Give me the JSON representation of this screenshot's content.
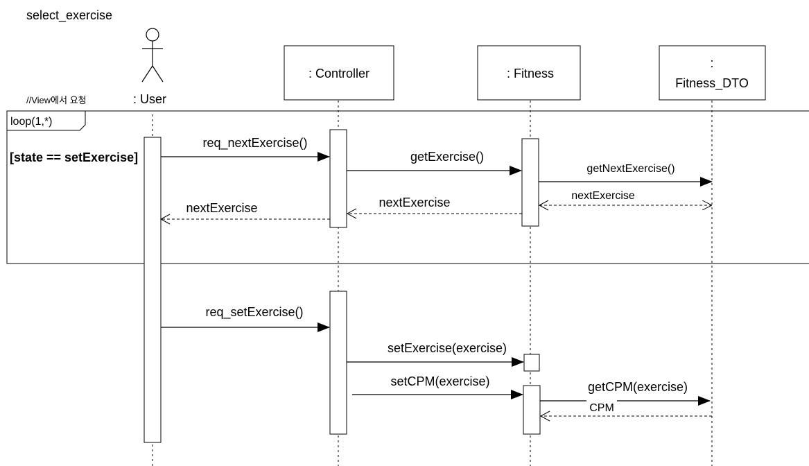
{
  "diagram": {
    "title": "select_exercise",
    "participants": {
      "user": {
        "label": ": User",
        "note": "//View에서 요청"
      },
      "controller": {
        "label": ": Controller"
      },
      "fitness": {
        "label": ": Fitness"
      },
      "dto": {
        "colon": ":",
        "label": "Fitness_DTO"
      }
    },
    "loop": {
      "label": "loop(1,*)",
      "guard": "[state == setExercise]"
    },
    "messages": {
      "m1": "req_nextExercise()",
      "m2": "getExercise()",
      "m3": "getNextExercise()",
      "m4": "nextExercise",
      "m5": "nextExercise",
      "m6": "nextExercise",
      "m7": "req_setExercise()",
      "m8": "setExercise(exercise)",
      "m9": "setCPM(exercise)",
      "m10": "getCPM(exercise)",
      "m11": "CPM"
    }
  }
}
